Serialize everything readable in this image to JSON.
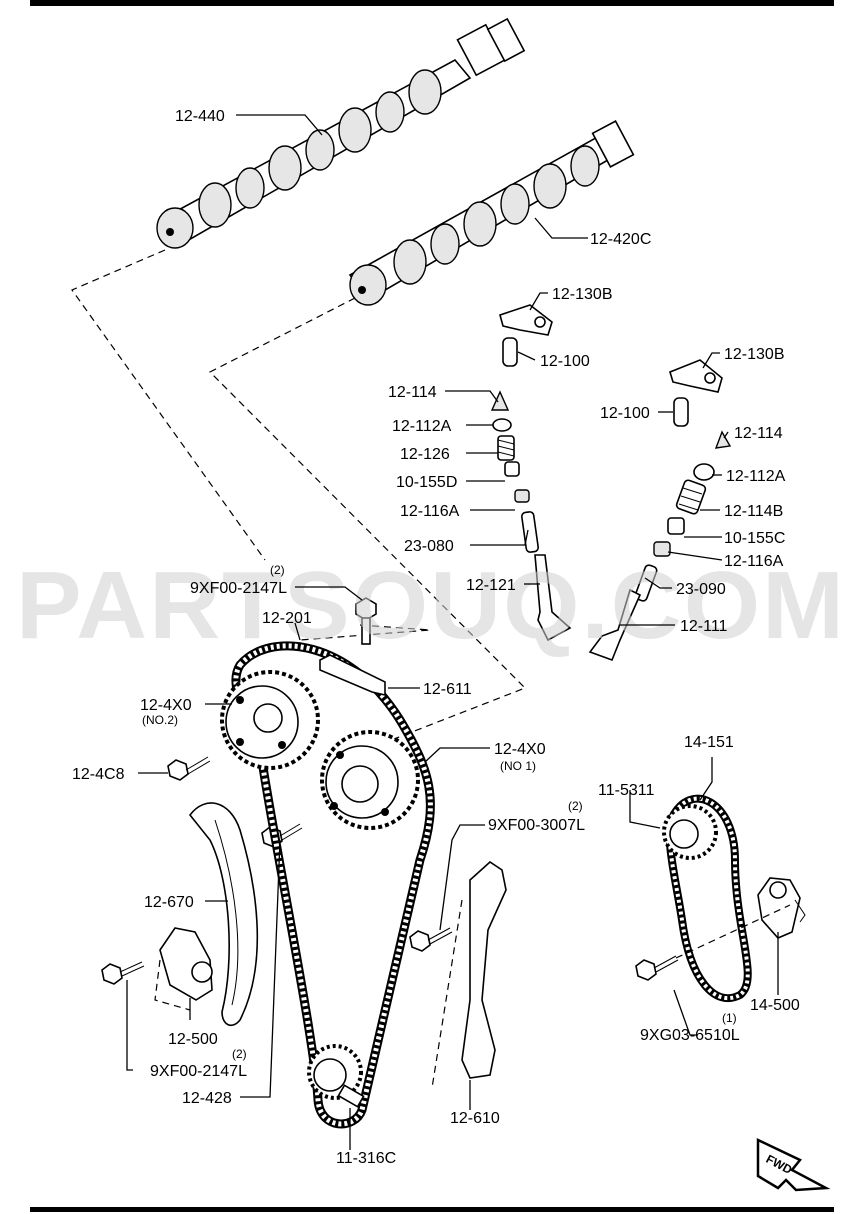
{
  "watermark": "PARTSOUQ.COM",
  "fwd_label": "FWD",
  "labels": {
    "p12_440": "12-440",
    "p12_420c": "12-420C",
    "p12_130b_a": "12-130B",
    "p12_100_a": "12-100",
    "p12_130b_b": "12-130B",
    "p12_100_b": "12-100",
    "p12_114_a": "12-114",
    "p12_112a_a": "12-112A",
    "p12_126": "12-126",
    "p10_155d": "10-155D",
    "p12_116a_a": "12-116A",
    "p23_080": "23-080",
    "p12_121": "12-121",
    "p12_114_b": "12-114",
    "p12_112a_b": "12-112A",
    "p12_114b": "12-114B",
    "p10_155c": "10-155C",
    "p12_116a_b": "12-116A",
    "p23_090": "23-090",
    "p12_111": "12-111",
    "p9xf00_2147l_top_qty": "(2)",
    "p9xf00_2147l_top": "9XF00-2147L",
    "p12_201": "12-201",
    "p12_611": "12-611",
    "p12_4x0_no2": "12-4X0",
    "p12_4x0_no2_sub": "(NO.2)",
    "p12_4c8": "12-4C8",
    "p12_4x0_no1": "12-4X0",
    "p12_4x0_no1_sub": "(NO 1)",
    "p9xf00_3007l_qty": "(2)",
    "p9xf00_3007l": "9XF00-3007L",
    "p14_151": "14-151",
    "p11_5311": "11-5311",
    "p12_670": "12-670",
    "p12_500": "12-500",
    "p9xf00_2147l_bot_qty": "(2)",
    "p9xf00_2147l_bot": "9XF00-2147L",
    "p12_428": "12-428",
    "p14_500": "14-500",
    "p9xg03_6510l_qty": "(1)",
    "p9xg03_6510l": "9XG03-6510L",
    "p12_610": "12-610",
    "p11_316c": "11-316C"
  }
}
